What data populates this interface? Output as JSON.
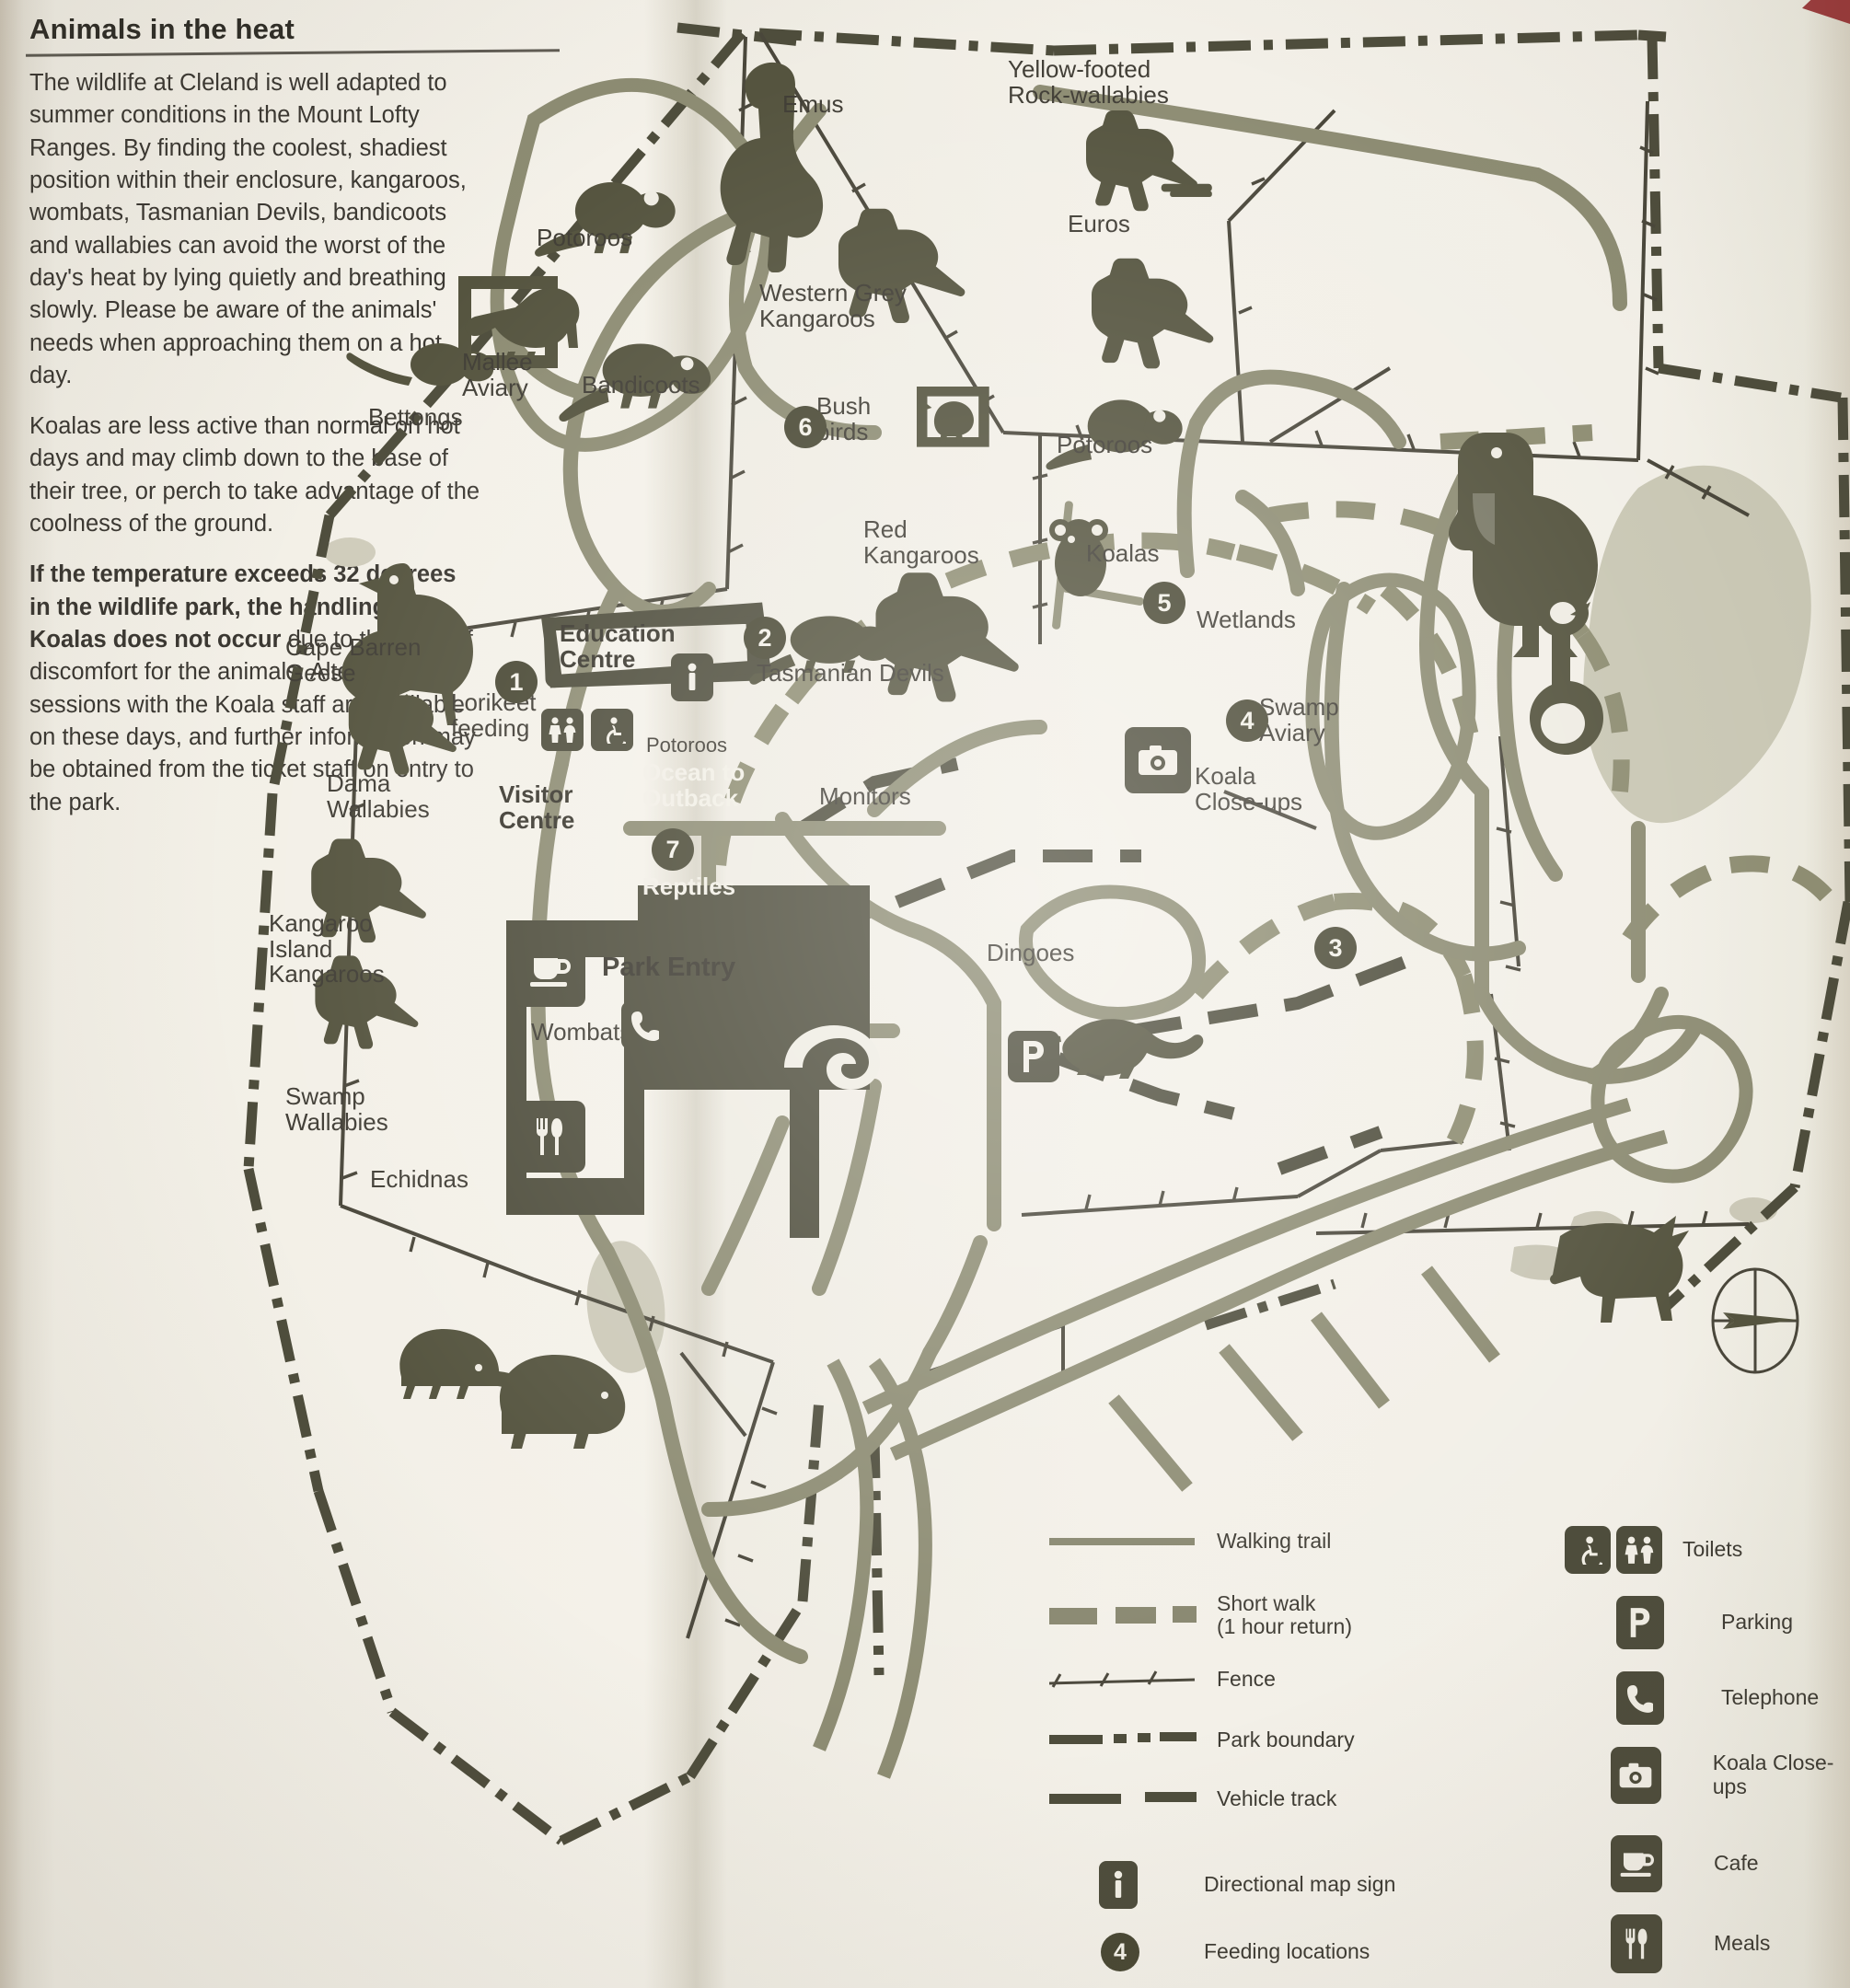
{
  "article": {
    "title": "Animals in the heat",
    "paragraphs": [
      "The wildlife at Cleland is well adapted to summer conditions in the Mount Lofty Ranges. By finding the coolest, shadiest position within their enclosure, kangaroos, wombats, Tasmanian Devils, bandicoots and wallabies can avoid the worst of the day's heat by lying quietly and breathing slowly. Please be aware of the animals' needs when approaching them on a hot day.",
      "Koalas are less active than normal on hot days and may climb down to the base of their tree, or perch to take advantage of the coolness of the ground."
    ],
    "bold_paragraph_bold": "If the temperature exceeds 32 degrees in the wildlife park, the handling of Koalas does not occur",
    "bold_paragraph_rest": " due to the level of discomfort for the animals. Alternative sessions with the Koala staff are available on these days, and further information may be obtained from the ticket staff on entry to the park."
  },
  "map": {
    "labels": [
      {
        "key": "emus",
        "text": "Emus"
      },
      {
        "key": "yellow_footed",
        "text": "Yellow-footed\nRock-wallabies"
      },
      {
        "key": "euros",
        "text": "Euros"
      },
      {
        "key": "western_grey",
        "text": "Western Grey\nKangaroos"
      },
      {
        "key": "potoroos_top",
        "text": "Potoroos"
      },
      {
        "key": "mallee_aviary",
        "text": "Mallee\nAviary"
      },
      {
        "key": "bandicoots",
        "text": "Bandicoots"
      },
      {
        "key": "bettongs",
        "text": "Bettongs"
      },
      {
        "key": "bush_birds",
        "text": "Bush\nbirds"
      },
      {
        "key": "potoroos_right",
        "text": "Potoroos"
      },
      {
        "key": "red_kangaroos",
        "text": "Red\nKangaroos"
      },
      {
        "key": "koalas",
        "text": "Koalas"
      },
      {
        "key": "wetlands",
        "text": "Wetlands"
      },
      {
        "key": "swamp_aviary",
        "text": "Swamp\nAviary"
      },
      {
        "key": "cape_barren_geese",
        "text": "Cape Barren\nGeese"
      },
      {
        "key": "education_centre",
        "text": "Education\nCentre"
      },
      {
        "key": "tasmanian_devils",
        "text": "Tasmanian Devils"
      },
      {
        "key": "lorikeet_feeding",
        "text": "Lorikeet\nfeeding"
      },
      {
        "key": "potoroos_centre",
        "text": "Potoroos"
      },
      {
        "key": "dama_wallabies",
        "text": "Dama\nWallabies"
      },
      {
        "key": "ocean_to_outback",
        "text": "Ocean to\nOutback"
      },
      {
        "key": "visitor_centre",
        "text": "Visitor\nCentre"
      },
      {
        "key": "monitors",
        "text": "Monitors"
      },
      {
        "key": "koala_closeups",
        "text": "Koala\nClose-ups"
      },
      {
        "key": "reptiles",
        "text": "Reptiles"
      },
      {
        "key": "kangaroo_island_kangaroos",
        "text": "Kangaroo\nIsland\nKangaroos"
      },
      {
        "key": "dingoes",
        "text": "Dingoes"
      },
      {
        "key": "park_entry",
        "text": "Park Entry"
      },
      {
        "key": "wombats",
        "text": "Wombats"
      },
      {
        "key": "swamp_wallabies",
        "text": "Swamp\nWallabies"
      },
      {
        "key": "echidnas",
        "text": "Echidnas"
      }
    ],
    "feeding_numbers": {
      "lorikeet": "1",
      "tasmanian_devils": "2",
      "dingoes": "3",
      "swamp_aviary": "4",
      "koalas": "5",
      "bush_birds": "6",
      "reptiles": "7"
    }
  },
  "legend": {
    "lines": [
      {
        "key": "walking-trail",
        "label": "Walking trail"
      },
      {
        "key": "short-walk",
        "label": "Short walk\n(1 hour return)"
      },
      {
        "key": "fence",
        "label": "Fence"
      },
      {
        "key": "park-boundary",
        "label": "Park boundary"
      },
      {
        "key": "vehicle-track",
        "label": "Vehicle track"
      }
    ],
    "markers": [
      {
        "key": "directional-map-sign",
        "label": "Directional map sign"
      },
      {
        "key": "feeding-locations",
        "label": "Feeding locations",
        "badge": "4"
      }
    ],
    "facilities": [
      {
        "key": "toilets",
        "label": "Toilets"
      },
      {
        "key": "parking",
        "label": "Parking"
      },
      {
        "key": "telephone",
        "label": "Telephone"
      },
      {
        "key": "koala-close-ups",
        "label": "Koala Close-ups"
      },
      {
        "key": "cafe",
        "label": "Cafe"
      },
      {
        "key": "meals",
        "label": "Meals"
      }
    ]
  },
  "colors": {
    "ink": "#4a4935",
    "paper": "#f2efe6",
    "trail": "#87866e",
    "text": "#3f3c34"
  }
}
